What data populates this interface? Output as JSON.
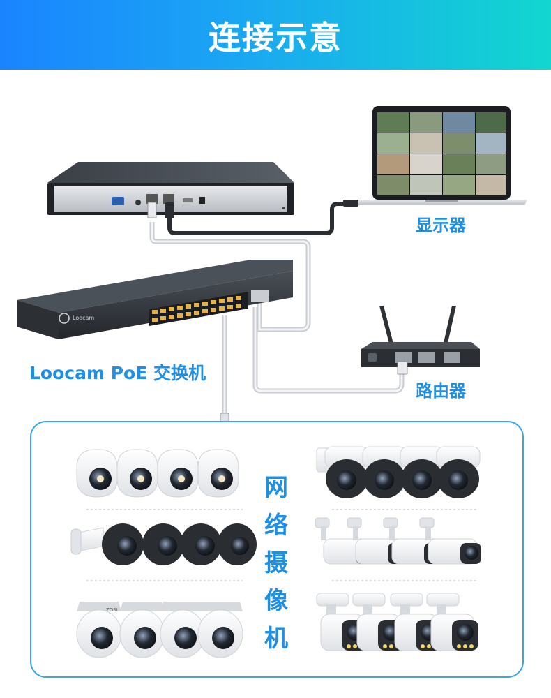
{
  "header": {
    "title": "连接示意"
  },
  "labels": {
    "monitor": "显示器",
    "router": "路由器",
    "switch": "Loocam PoE 交换机",
    "cameras": "网络摄像机"
  },
  "devices": {
    "switch_brand": "Loocam",
    "camera_brand": "ZOSI"
  },
  "colors": {
    "accent_text": "#1f8fe6",
    "banner_start": "#1a84ff",
    "banner_end": "#12d6cf",
    "panel_border": "#3aa6ea"
  }
}
